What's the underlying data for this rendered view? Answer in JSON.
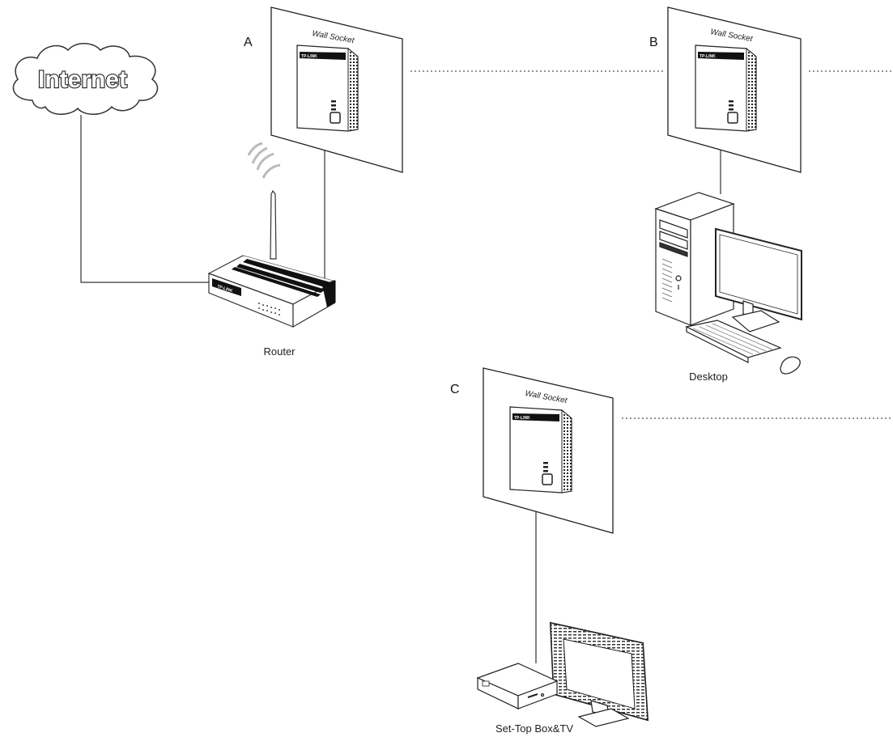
{
  "internet": {
    "label": "Internet"
  },
  "router": {
    "label": "Router",
    "brand": "TP-LINK"
  },
  "sockets": [
    {
      "letter": "A",
      "wall_label": "Wall Socket",
      "brand": "TP-LINK"
    },
    {
      "letter": "B",
      "wall_label": "Wall Socket",
      "brand": "TP-LINK"
    },
    {
      "letter": "C",
      "wall_label": "Wall Socket",
      "brand": "TP-LINK"
    }
  ],
  "devices": {
    "desktop": {
      "label": "Desktop"
    },
    "settop": {
      "label": "Set-Top Box&TV"
    }
  },
  "colors": {
    "line": "#333333",
    "dotted": "#555555",
    "fill": "#ffffff"
  }
}
